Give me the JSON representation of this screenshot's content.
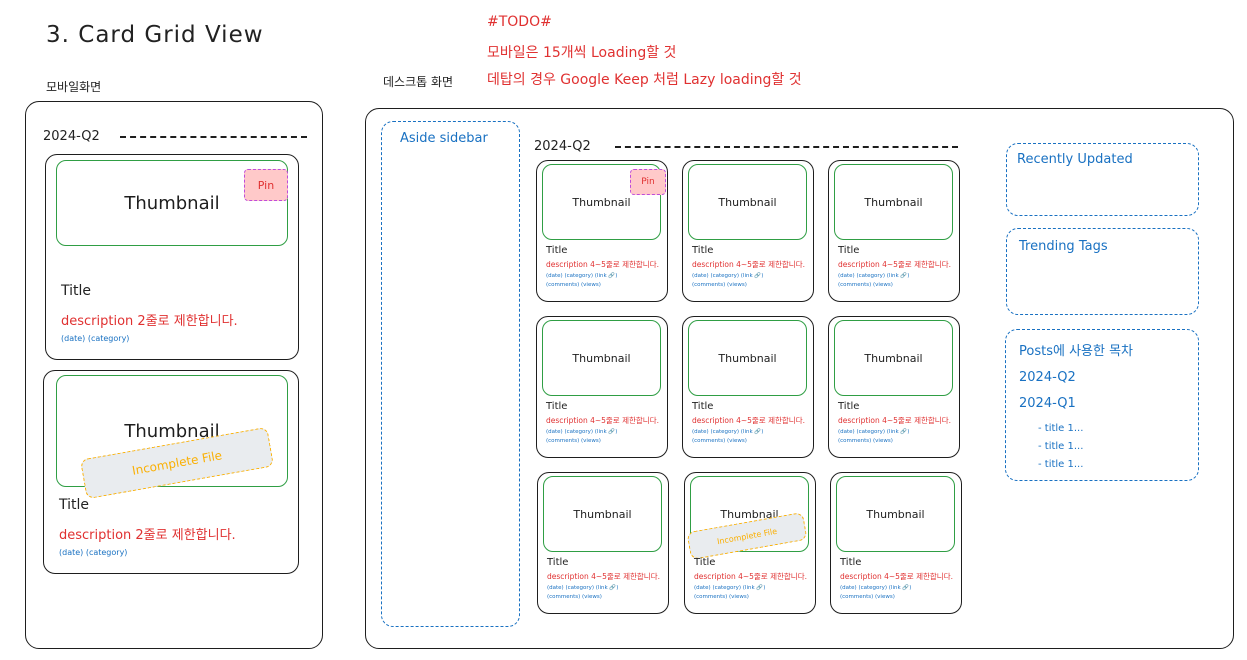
{
  "heading": "3. Card Grid View",
  "mobile_label": "모바일화면",
  "desktop_label": "데스크톱 화면",
  "todo": {
    "tag": "#TODO#",
    "line1": "모바일은 15개씩 Loading할 것",
    "line2": "데탑의 경우 Google Keep 처럼 Lazy loading할 것"
  },
  "mobile": {
    "section": "2024-Q2",
    "cards": [
      {
        "thumbnail": "Thumbnail",
        "pin": "Pin",
        "title": "Title",
        "description": "description 2줄로 제한합니다.",
        "meta": "(date) (category)"
      },
      {
        "thumbnail": "Thumbnail",
        "incomplete": "Incomplete File",
        "title": "Title",
        "description": "description 2줄로 제한합니다.",
        "meta": "(date) (category)"
      }
    ]
  },
  "desktop": {
    "aside": "Aside sidebar",
    "section": "2024-Q2",
    "cards": [
      {
        "thumbnail": "Thumbnail",
        "pin": "Pin",
        "title": "Title",
        "description": "description 4~5줄로 제한합니다.",
        "meta1": "(date) (category) (link 🔗)",
        "meta2": "(comments) (views)"
      },
      {
        "thumbnail": "Thumbnail",
        "title": "Title",
        "description": "description 4~5줄로 제한합니다.",
        "meta1": "(date) (category) (link 🔗)",
        "meta2": "(comments) (views)"
      },
      {
        "thumbnail": "Thumbnail",
        "title": "Title",
        "description": "description 4~5줄로 제한합니다.",
        "meta1": "(date) (category) (link 🔗)",
        "meta2": "(comments) (views)"
      },
      {
        "thumbnail": "Thumbnail",
        "title": "Title",
        "description": "description 4~5줄로 제한합니다.",
        "meta1": "(date) (category) (link 🔗)",
        "meta2": "(comments) (views)"
      },
      {
        "thumbnail": "Thumbnail",
        "title": "Title",
        "description": "description 4~5줄로 제한합니다.",
        "meta1": "(date) (category) (link 🔗)",
        "meta2": "(comments) (views)"
      },
      {
        "thumbnail": "Thumbnail",
        "title": "Title",
        "description": "description 4~5줄로 제한합니다.",
        "meta1": "(date) (category) (link 🔗)",
        "meta2": "(comments) (views)"
      },
      {
        "thumbnail": "Thumbnail",
        "title": "Title",
        "description": "description 4~5줄로 제한합니다.",
        "meta1": "(date) (category) (link 🔗)",
        "meta2": "(comments) (views)"
      },
      {
        "thumbnail": "Thumbnail",
        "incomplete": "Incomplete File",
        "title": "Title",
        "description": "description 4~5줄로 제한합니다.",
        "meta1": "(date) (category) (link 🔗)",
        "meta2": "(comments) (views)"
      },
      {
        "thumbnail": "Thumbnail",
        "title": "Title",
        "description": "description 4~5줄로 제한합니다.",
        "meta1": "(date) (category) (link 🔗)",
        "meta2": "(comments) (views)"
      }
    ],
    "right": {
      "recent": "Recently Updated",
      "trending": "Trending Tags",
      "toc": {
        "title": "Posts에 사용한 목차",
        "items": [
          "2024-Q2",
          "2024-Q1"
        ],
        "subitems": [
          "- title 1...",
          "- title 1...",
          "- title 1..."
        ]
      }
    }
  }
}
